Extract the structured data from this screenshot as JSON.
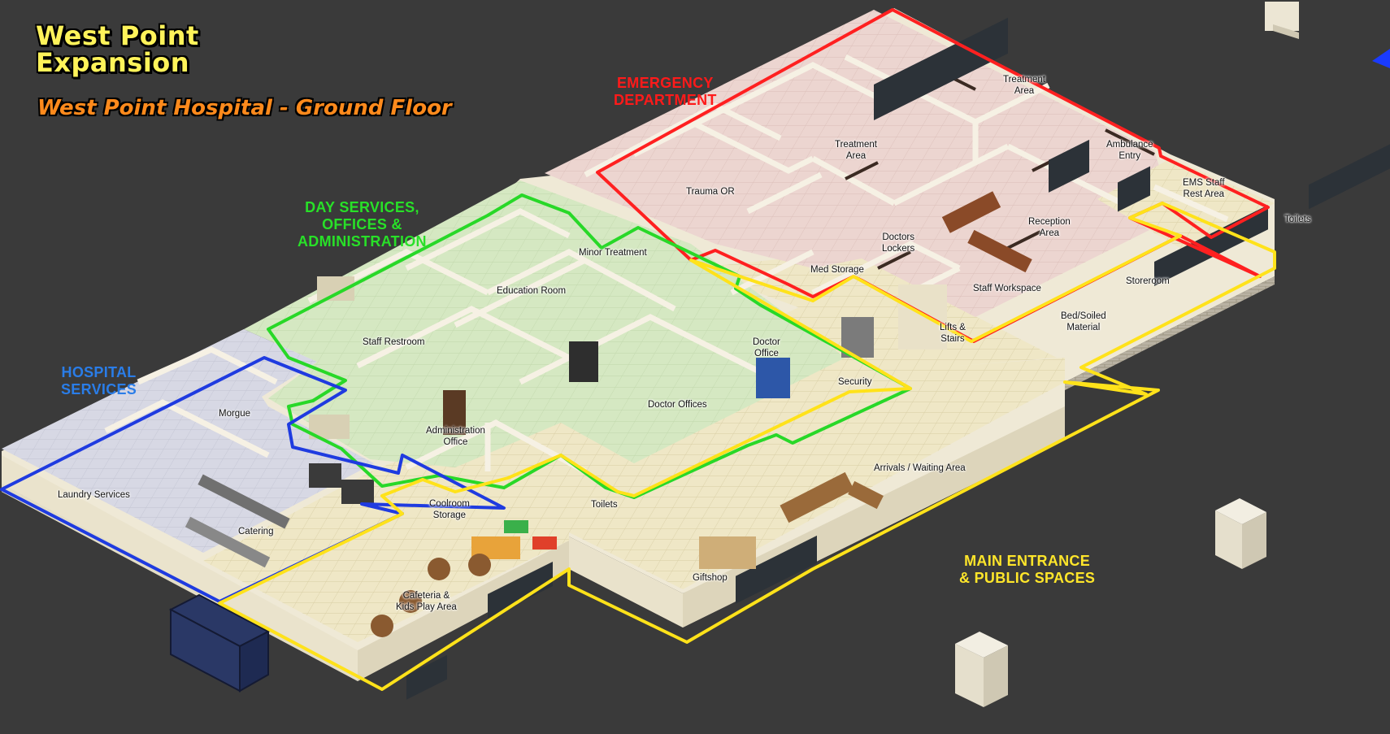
{
  "header": {
    "title_line1": "West Point",
    "title_line2": "Expansion",
    "subtitle": "West Point Hospital - Ground Floor"
  },
  "zones": {
    "emergency": {
      "line1": "EMERGENCY",
      "line2": "DEPARTMENT",
      "color": "#ff1a1a"
    },
    "day_services": {
      "line1": "DAY SERVICES,",
      "line2": "OFFICES &",
      "line3": "ADMINISTRATION",
      "color": "#28e028"
    },
    "hospital_services": {
      "line1": "HOSPITAL",
      "line2": "SERVICES",
      "color": "#2a7de8"
    },
    "main_entrance": {
      "line1": "MAIN ENTRANCE",
      "line2": "& PUBLIC SPACES",
      "color": "#ffe62a"
    }
  },
  "rooms": {
    "treatment_area_top": {
      "line1": "Treatment",
      "line2": "Area"
    },
    "treatment_area_mid": {
      "line1": "Treatment",
      "line2": "Area"
    },
    "ambulance_entry": {
      "line1": "Ambulance",
      "line2": "Entry"
    },
    "ems_staff_rest": {
      "line1": "EMS Staff",
      "line2": "Rest Area"
    },
    "trauma_or": {
      "line1": "Trauma OR"
    },
    "reception_area": {
      "line1": "Reception",
      "line2": "Area"
    },
    "doctors_lockers": {
      "line1": "Doctors",
      "line2": "Lockers"
    },
    "med_storage": {
      "line1": "Med Storage"
    },
    "staff_workspace": {
      "line1": "Staff Workspace"
    },
    "storeroom": {
      "line1": "Storeroom"
    },
    "bed_soiled": {
      "line1": "Bed/Soiled",
      "line2": "Material"
    },
    "toilets_east": {
      "line1": "Toilets"
    },
    "minor_treatment": {
      "line1": "Minor Treatment"
    },
    "education_room": {
      "line1": "Education Room"
    },
    "staff_restroom": {
      "line1": "Staff Restroom"
    },
    "lifts_stairs": {
      "line1": "Lifts &",
      "line2": "Stairs"
    },
    "doctor_office": {
      "line1": "Doctor",
      "line2": "Office"
    },
    "security": {
      "line1": "Security"
    },
    "doctor_offices": {
      "line1": "Doctor Offices"
    },
    "administration_office": {
      "line1": "Administration",
      "line2": "Office"
    },
    "morgue": {
      "line1": "Morgue"
    },
    "laundry_services": {
      "line1": "Laundry Services"
    },
    "catering": {
      "line1": "Catering"
    },
    "coolroom_storage": {
      "line1": "Coolroom",
      "line2": "Storage"
    },
    "toilets_center": {
      "line1": "Toilets"
    },
    "arrivals_waiting": {
      "line1": "Arrivals / Waiting Area"
    },
    "cafeteria": {
      "line1": "Cafeteria &",
      "line2": "Kids Play Area"
    },
    "giftshop": {
      "line1": "Giftshop"
    }
  },
  "colors": {
    "background": "#3a3a3a",
    "floor_tile": "#ece4c4",
    "wall_exterior": "#efe9d6",
    "green_rooms": "#d9ecc8",
    "er_rooms": "#eed6d2",
    "service_rooms": "#d6d8e6"
  },
  "icons": {
    "compass_marker": "blue-arrow-icon"
  }
}
